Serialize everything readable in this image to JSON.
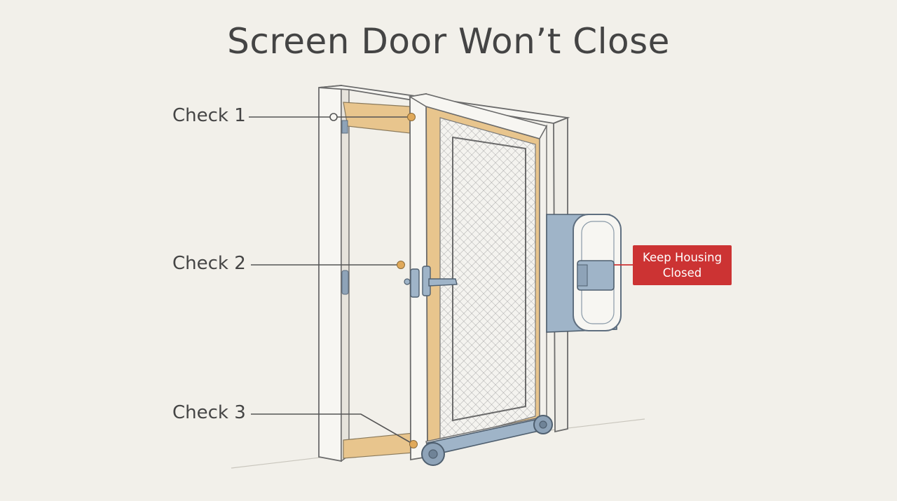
{
  "title": "Screen Door Won’t Close",
  "checks": [
    {
      "label": "Check 1"
    },
    {
      "label": "Check 2"
    },
    {
      "label": "Check 3"
    }
  ],
  "callout": {
    "text": "Keep Housing Closed",
    "color": "#cc3333"
  },
  "colors": {
    "background": "#f2f0ea",
    "frame_wood": "#e8c58d",
    "closer_blue": "#9fb4c8",
    "marker": "#e0a95a"
  }
}
